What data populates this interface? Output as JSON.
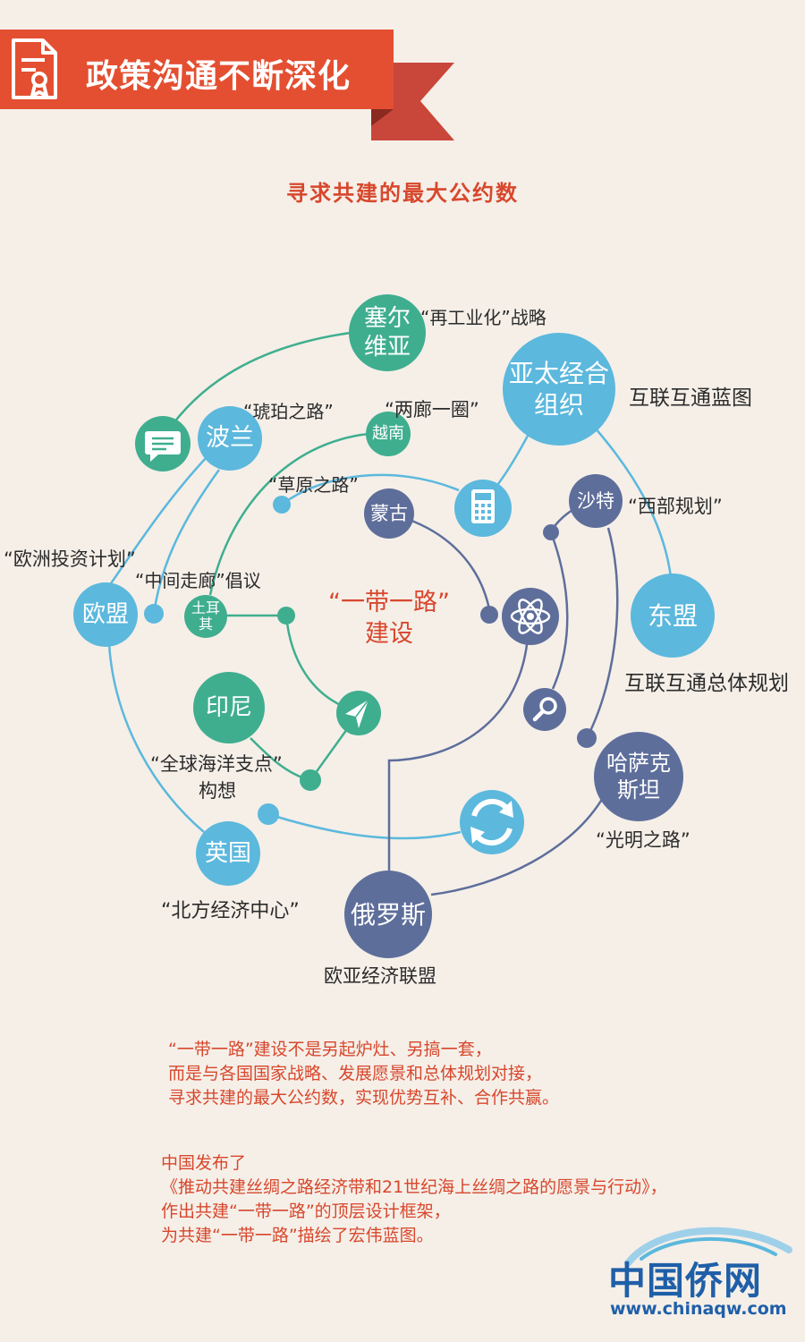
{
  "header": {
    "title": "政策沟通不断深化",
    "subtitle": "寻求共建的最大公约数"
  },
  "center": {
    "line1": "“一带一路”",
    "line2": "建设"
  },
  "nodes": {
    "serbia": "塞尔\n维亚",
    "apec": "亚太经合\n组织",
    "poland": "波兰",
    "vietnam": "越南",
    "mongolia": "蒙古",
    "saudi": "沙特",
    "eu": "欧盟",
    "turkey": "土耳\n其",
    "asean": "东盟",
    "indonesia": "印尼",
    "kazakhstan": "哈萨克\n斯坦",
    "uk": "英国",
    "russia": "俄罗斯"
  },
  "annotations": {
    "serbia": "“再工业化”战略",
    "apec": "互联互通蓝图",
    "poland": "“琥珀之路”",
    "vietnam": "“两廊一圈”",
    "mongolia": "“草原之路”",
    "saudi": "“西部规划”",
    "eu": "“欧洲投资计划”",
    "turkey": "“中间走廊”倡议",
    "asean": "互联互通总体规划",
    "indonesia_1": "“全球海洋支点”",
    "indonesia_2": "构想",
    "kazakhstan": "“光明之路”",
    "uk": "“北方经济中心”",
    "russia": "欧亚经济联盟"
  },
  "icons": [
    "chat-icon",
    "calculator-icon",
    "atom-icon",
    "paper-plane-icon",
    "magnifier-icon",
    "refresh-icon",
    "certificate-icon"
  ],
  "paragraph1": [
    "“一带一路”建设不是另起炉灶、另搞一套，",
    "而是与各国国家战略、发展愿景和总体规划对接，",
    "寻求共建的最大公约数，实现优势互补、合作共赢。"
  ],
  "paragraph2": [
    "中国发布了",
    "《推动共建丝绸之路经济带和21世纪海上丝绸之路的愿景与行动》，",
    "作出共建“一带一路”的顶层设计框架，",
    "为共建“一带一路”描绘了宏伟蓝图。"
  ],
  "logo": {
    "name": "中国侨网",
    "url": "www.chinaqw.com"
  },
  "colors": {
    "banner_red": "#e44f31",
    "banner_fold": "#b8382a",
    "title_red": "#d8472c",
    "teal": "#3fae8f",
    "sky": "#5cb8dd",
    "navy": "#5e6e9b"
  }
}
